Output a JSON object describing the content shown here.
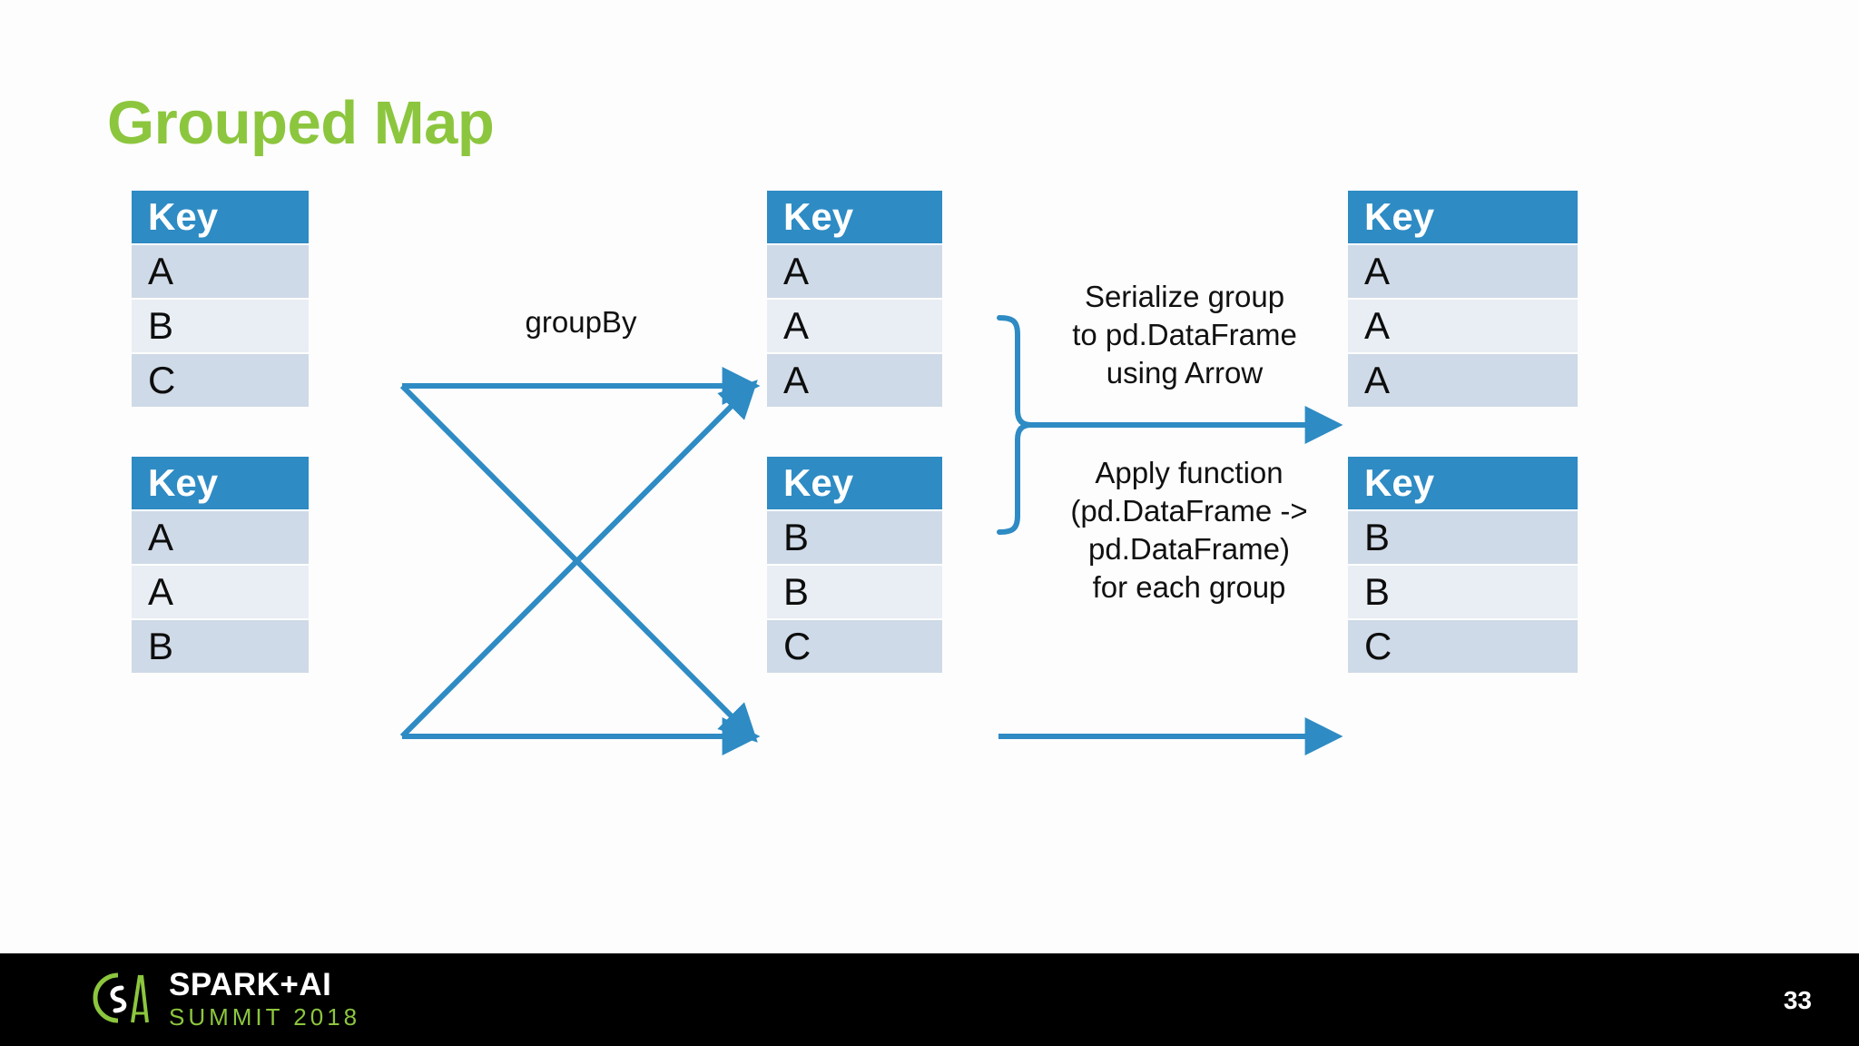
{
  "slide": {
    "title": "Grouped Map",
    "title_color": "#8CC63E",
    "page_number": "33",
    "background": "#ffffff"
  },
  "theme": {
    "header_blue": "#2E8BC4",
    "row_shade_dark": "#CFDAE8",
    "row_shade_light": "#E9EEF5",
    "arrow_blue": "#2E8BC4",
    "text_black": "#111111"
  },
  "tables": [
    {
      "id": "input-top",
      "header": "Key",
      "rows": [
        "A",
        "B",
        "C"
      ]
    },
    {
      "id": "input-bottom",
      "header": "Key",
      "rows": [
        "A",
        "A",
        "B"
      ]
    },
    {
      "id": "grouped-top",
      "header": "Key",
      "rows": [
        "A",
        "A",
        "A"
      ]
    },
    {
      "id": "grouped-bottom",
      "header": "Key",
      "rows": [
        "B",
        "B",
        "C"
      ]
    },
    {
      "id": "output-top",
      "header": "Key",
      "rows": [
        "A",
        "A",
        "A"
      ]
    },
    {
      "id": "output-bottom",
      "header": "Key",
      "rows": [
        "B",
        "B",
        "C"
      ]
    }
  ],
  "labels": {
    "groupby": "groupBy",
    "serialize": "Serialize group\nto pd.DataFrame\nusing Arrow",
    "apply": "Apply function\n(pd.DataFrame ->\n pd.DataFrame)\nfor each group"
  },
  "footer": {
    "logo_line1": "SPARK+AI",
    "logo_line2": "SUMMIT 2018",
    "logo_mark_name": "spark-ai-summit-logo",
    "page_number": "33"
  }
}
